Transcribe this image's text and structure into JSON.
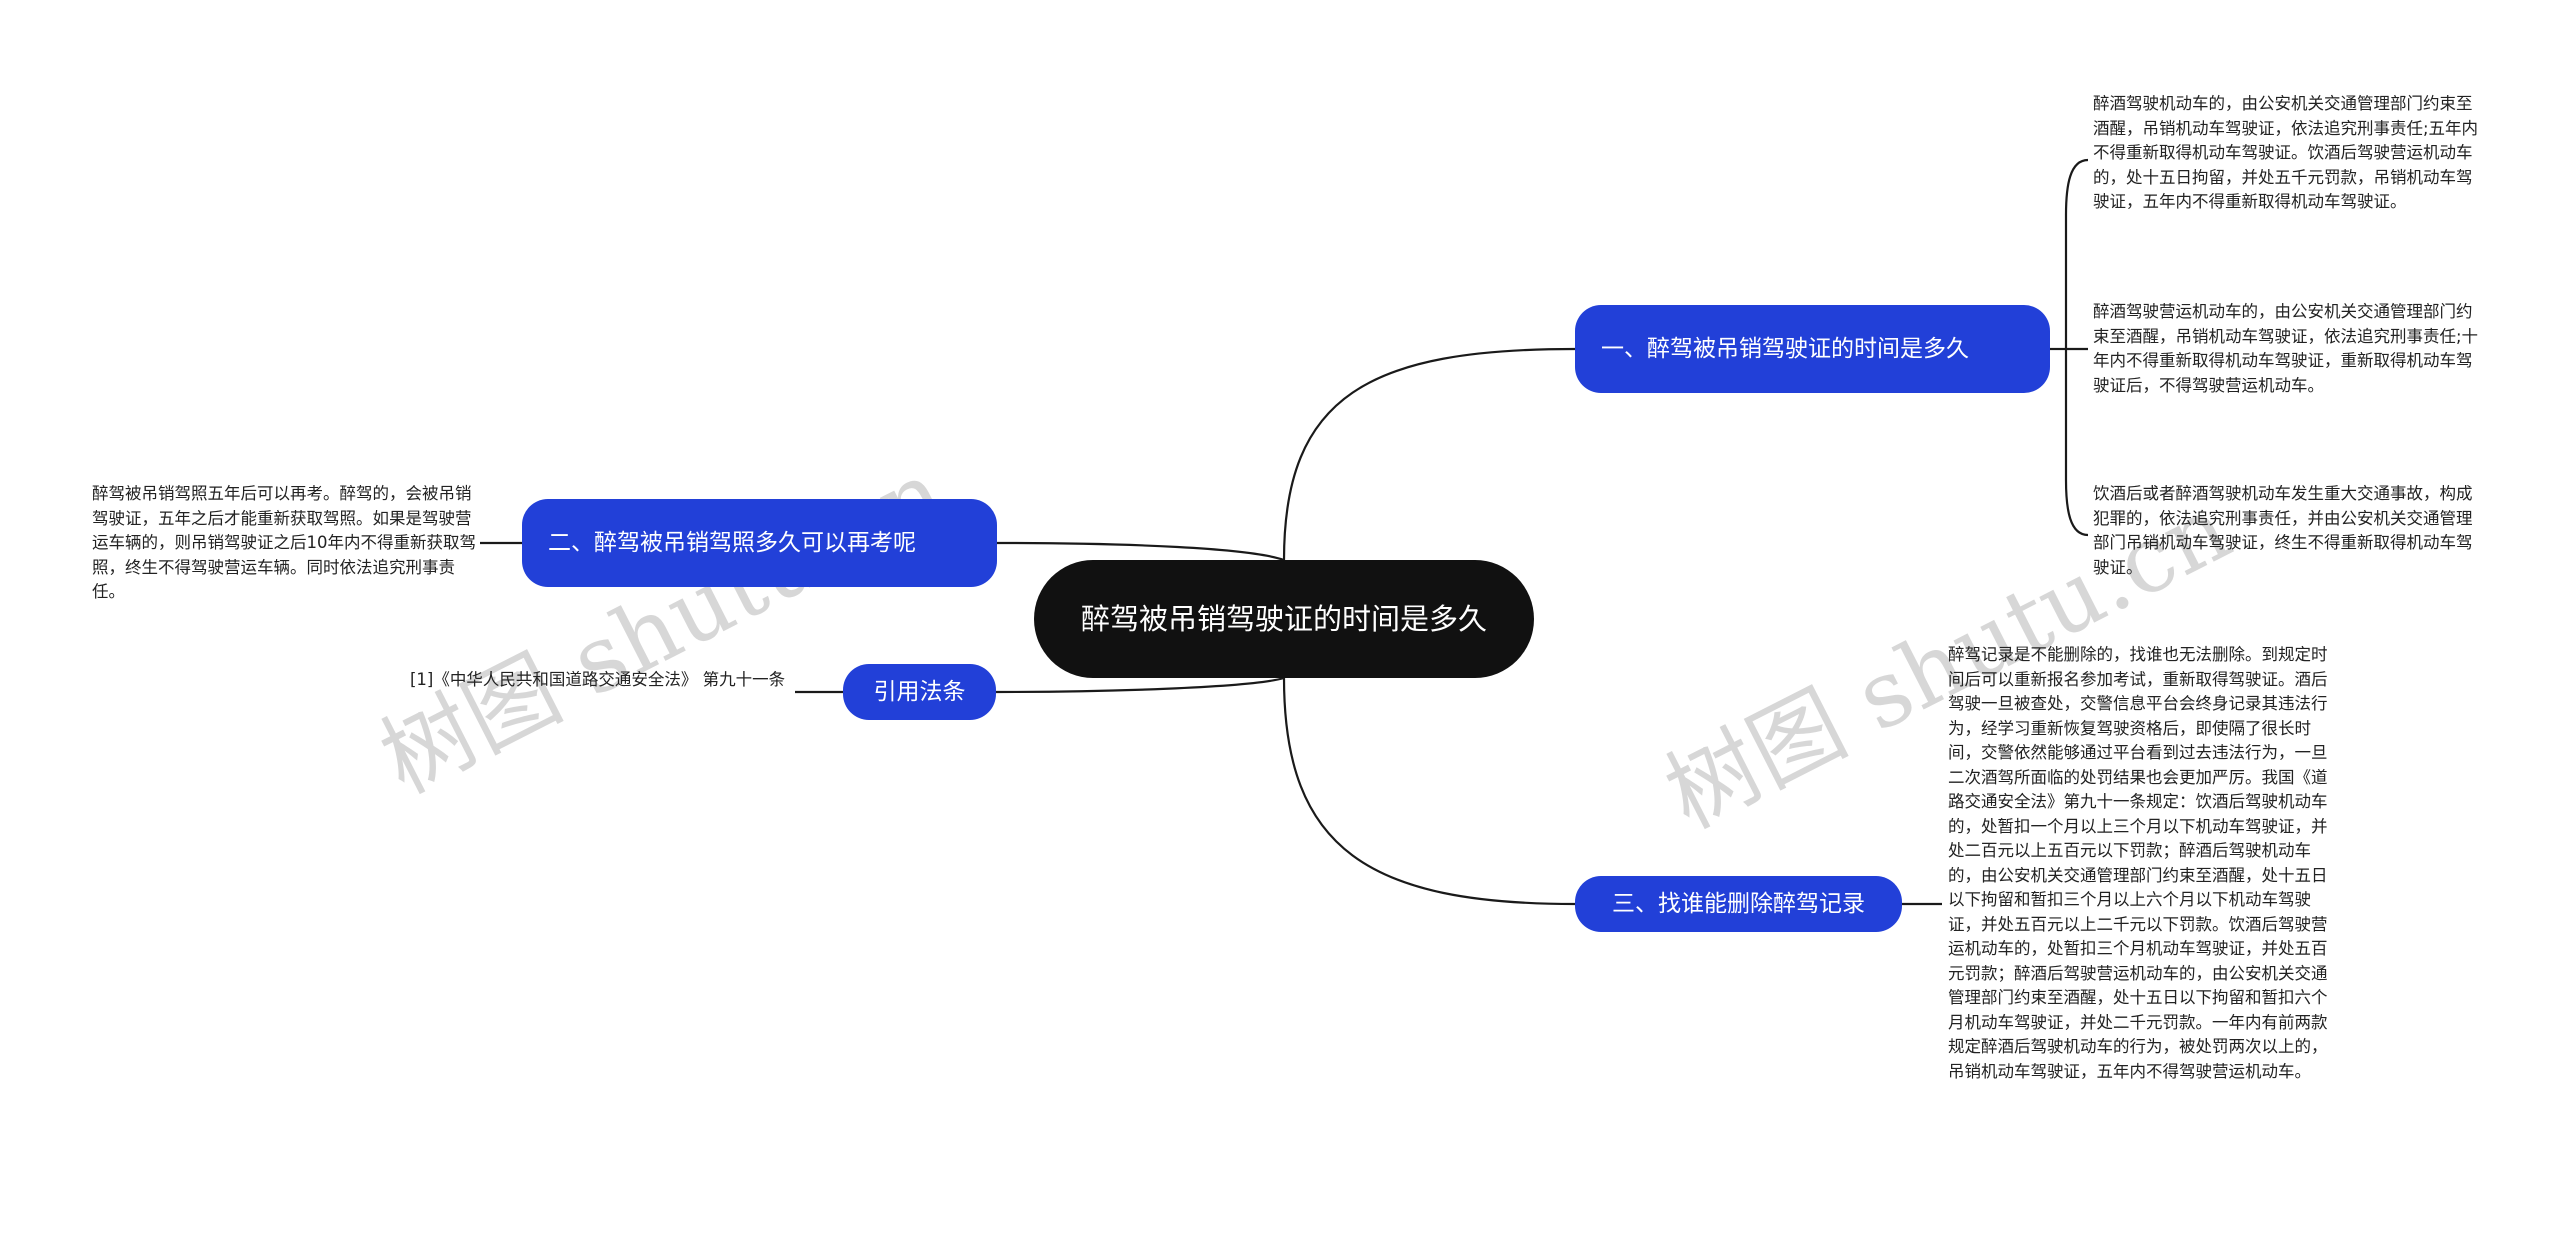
{
  "root": {
    "title": "醉驾被吊销驾驶证的时间是多久"
  },
  "branches": [
    {
      "label": "一、醉驾被吊销驾驶证的时间是多久",
      "leaves": [
        "醉酒驾驶机动车的，由公安机关交通管理部门约束至酒醒，吊销机动车驾驶证，依法追究刑事责任;五年内不得重新取得机动车驾驶证。饮酒后驾驶营运机动车的，处十五日拘留，并处五千元罚款，吊销机动车驾驶证，五年内不得重新取得机动车驾驶证。",
        "醉酒驾驶营运机动车的，由公安机关交通管理部门约束至酒醒，吊销机动车驾驶证，依法追究刑事责任;十年内不得重新取得机动车驾驶证，重新取得机动车驾驶证后，不得驾驶营运机动车。",
        "饮酒后或者醉酒驾驶机动车发生重大交通事故，构成犯罪的，依法追究刑事责任，并由公安机关交通管理部门吊销机动车驾驶证，终生不得重新取得机动车驾驶证。"
      ]
    },
    {
      "label": "二、醉驾被吊销驾照多久可以再考呢",
      "leaves": [
        "醉驾被吊销驾照五年后可以再考。醉驾的，会被吊销驾驶证，五年之后才能重新获取驾照。如果是驾驶营运车辆的，则吊销驾驶证之后10年内不得重新获取驾照，终生不得驾驶营运车辆。同时依法追究刑事责任。"
      ]
    },
    {
      "label": "引用法条",
      "leaves": [
        "[1]《中华人民共和国道路交通安全法》 第九十一条"
      ]
    },
    {
      "label": "三、找谁能删除醉驾记录",
      "leaves": [
        "醉驾记录是不能删除的，找谁也无法删除。到规定时间后可以重新报名参加考试，重新取得驾驶证。酒后驾驶一旦被查处，交警信息平台会终身记录其违法行为，经学习重新恢复驾驶资格后，即使隔了很长时间，交警依然能够通过平台看到过去违法行为，一旦二次酒驾所面临的处罚结果也会更加严厉。我国《道路交通安全法》第九十一条规定：饮酒后驾驶机动车的，处暂扣一个月以上三个月以下机动车驾驶证，并处二百元以上五百元以下罚款；醉酒后驾驶机动车的，由公安机关交通管理部门约束至酒醒，处十五日以下拘留和暂扣三个月以上六个月以下机动车驾驶证，并处五百元以上二千元以下罚款。饮酒后驾驶营运机动车的，处暂扣三个月机动车驾驶证，并处五百元罚款；醉酒后驾驶营运机动车的，由公安机关交通管理部门约束至酒醒，处十五日以下拘留和暂扣六个月机动车驾驶证，并处二千元罚款。一年内有前两款规定醉酒后驾驶机动车的行为，被处罚两次以上的，吊销机动车驾驶证，五年内不得驾驶营运机动车。"
      ]
    }
  ],
  "watermark": "树图 shutu.cn",
  "colors": {
    "root_bg": "#111111",
    "branch_bg": "#2240d8",
    "line": "#1a1a1a",
    "text": "#222222"
  }
}
